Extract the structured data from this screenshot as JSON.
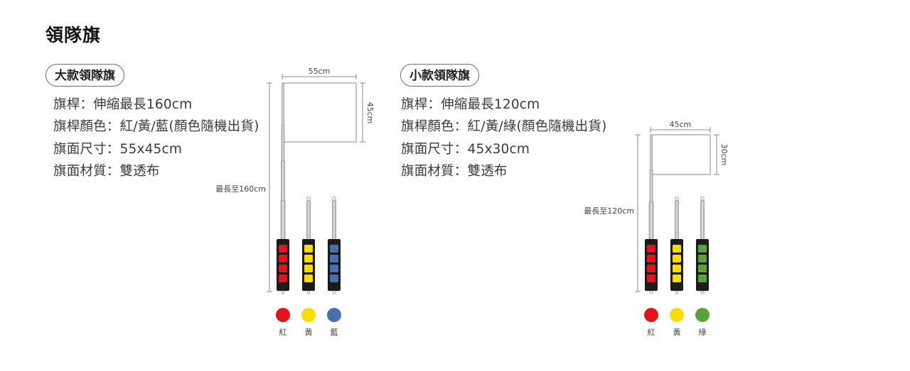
{
  "page_title": "領隊旗",
  "large": {
    "title": "大款領隊旗",
    "specs": [
      "旗桿：伸縮最長160cm",
      "旗桿顏色：紅/黃/藍(顏色隨機出貨)",
      "旗面尺寸：55x45cm",
      "旗面材質：雙透布"
    ],
    "flag_width_label": "55cm",
    "flag_height_label": "45cm",
    "pole_length_label": "最長至160cm",
    "color_names": [
      "紅",
      "黃",
      "藍"
    ],
    "colors": [
      "#e3121c",
      "#f7dc00",
      "#4a6fae"
    ]
  },
  "small": {
    "title": "小款領隊旗",
    "specs": [
      "旗桿：伸縮最長120cm",
      "旗桿顏色：紅/黃/綠(顏色隨機出貨)",
      "旗面尺寸：45x30cm",
      "旗面材質：雙透布"
    ],
    "flag_width_label": "45cm",
    "flag_height_label": "30cm",
    "pole_length_label": "最長至120cm",
    "color_names": [
      "紅",
      "黃",
      "綠"
    ],
    "colors": [
      "#e3121c",
      "#f7dc00",
      "#5ba23d"
    ]
  }
}
